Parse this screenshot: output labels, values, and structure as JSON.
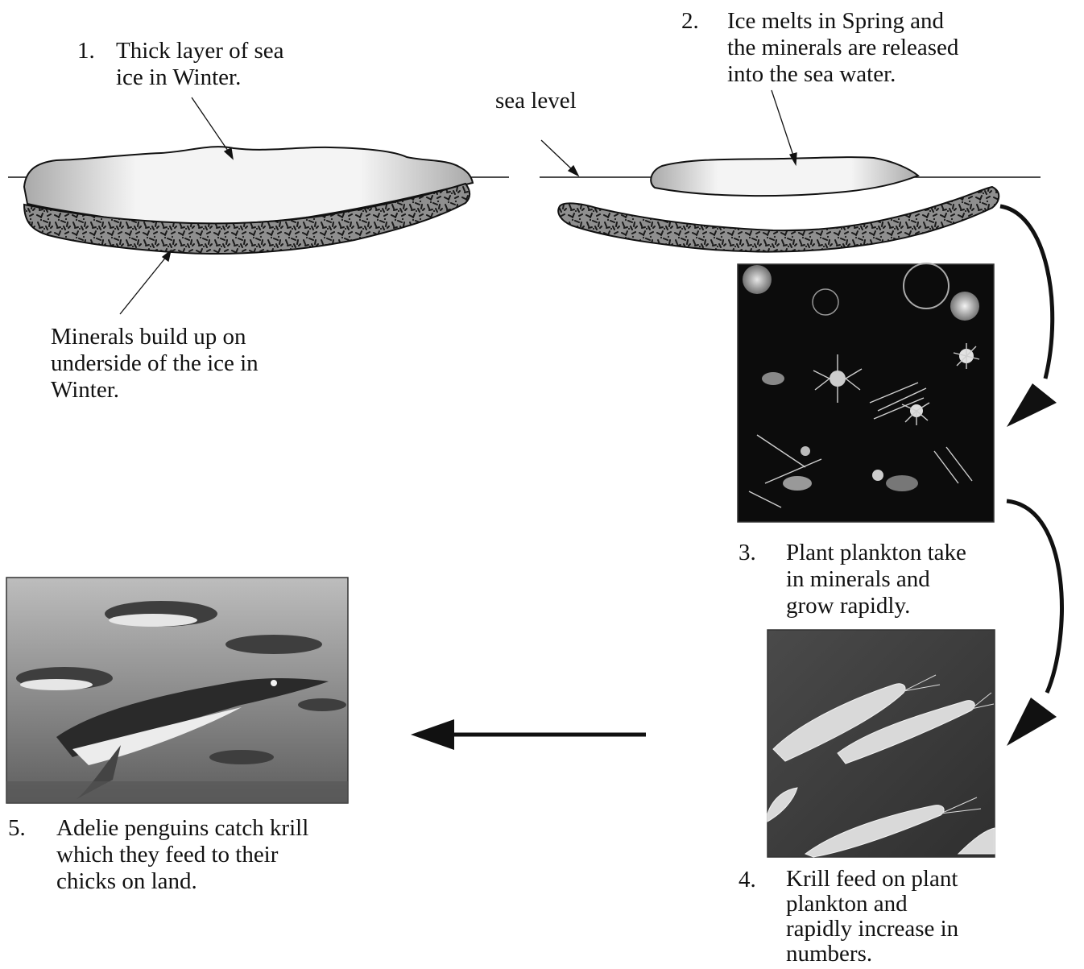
{
  "diagram": {
    "sea_level_label": "sea level",
    "minerals_label": [
      "Minerals build up on",
      "underside of the ice in",
      "Winter."
    ],
    "steps": [
      {
        "number": "1.",
        "lines": [
          "Thick layer of sea",
          "ice in Winter."
        ]
      },
      {
        "number": "2.",
        "lines": [
          "Ice melts in Spring and",
          "the minerals are released",
          "into the sea water."
        ]
      },
      {
        "number": "3.",
        "lines": [
          "Plant plankton take",
          "in minerals and",
          "grow rapidly."
        ]
      },
      {
        "number": "4.",
        "lines": [
          "Krill feed on plant",
          "plankton and",
          "rapidly increase in",
          "numbers."
        ]
      },
      {
        "number": "5.",
        "lines": [
          "Adelie penguins catch krill",
          "which they feed to their",
          "chicks on land."
        ]
      }
    ]
  }
}
